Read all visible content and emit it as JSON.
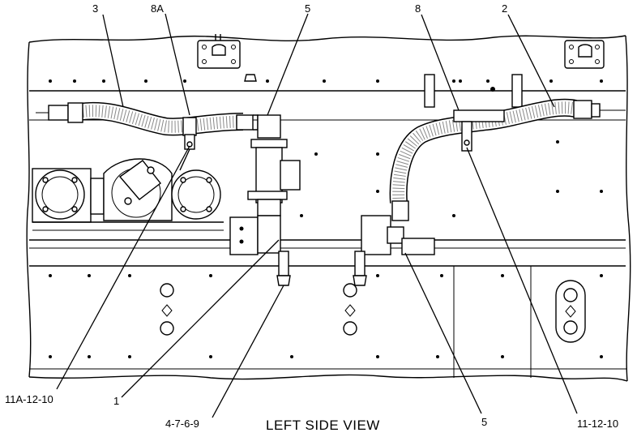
{
  "title": "LEFT SIDE VIEW",
  "callouts": {
    "c3": "3",
    "c8a": "8A",
    "c5_top": "5",
    "c8": "8",
    "c2": "2",
    "c11a": "11A-12-10",
    "c1": "1",
    "c4769": "4-7-6-9",
    "c5_bottom": "5",
    "c111210": "11-12-10"
  }
}
